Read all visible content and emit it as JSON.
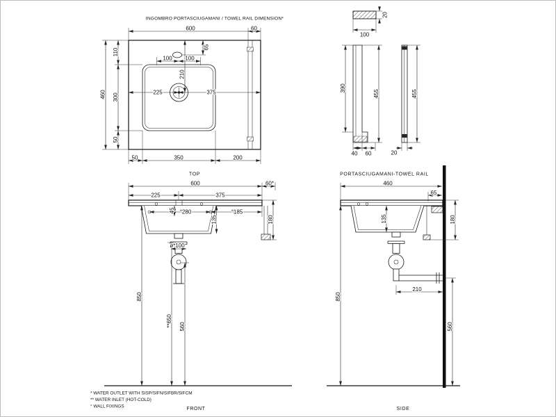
{
  "title": "INGOMBRO PORTASCIUGAMANI / TOWEL RAIL DIMENSION*",
  "top_view": {
    "label": "TOP",
    "width_total": "600",
    "rail_offset": "60",
    "left_110": "110",
    "left_460": "460",
    "left_300": "300",
    "left_50": "50",
    "hole_100_left": "100",
    "hole_100_right": "100",
    "hole_65": "65",
    "tap_210": "210",
    "tap_225": "225",
    "tap_375": "375",
    "bottom_50": "50",
    "bottom_350": "350",
    "bottom_200": "200"
  },
  "rail_view": {
    "label": "PORTASCIUGAMANI-TOWEL RAIL",
    "top_20": "20",
    "top_100": "100",
    "front_390": "390",
    "front_455": "455",
    "side_455": "455",
    "bottom_40": "40",
    "bottom_60": "60",
    "bottom_20": "20"
  },
  "front_view": {
    "label": "FRONT",
    "width_600": "600",
    "rail_60": "60*",
    "tap_225": "225",
    "tap_375": "375",
    "depth_45": "45",
    "fix_280": "°280",
    "fix_185": "°185",
    "basin_135": "135",
    "height_180": "180",
    "drain_100": "ø*100",
    "height_850": "850",
    "inlet_650": "**650",
    "outlet_560": "560"
  },
  "side_view": {
    "label": "SIDE",
    "depth_460": "460",
    "rail_65": "65",
    "basin_135": "135",
    "height_180": "180",
    "trap_210": "210",
    "height_850": "850",
    "outlet_560": "560"
  },
  "notes": [
    "* WATER OUTLET WITH SISP/SIFN/SIFBR/SIFCM",
    "** WATER INLET  (HOT-COLD)",
    "° WALL FIXINGS"
  ]
}
